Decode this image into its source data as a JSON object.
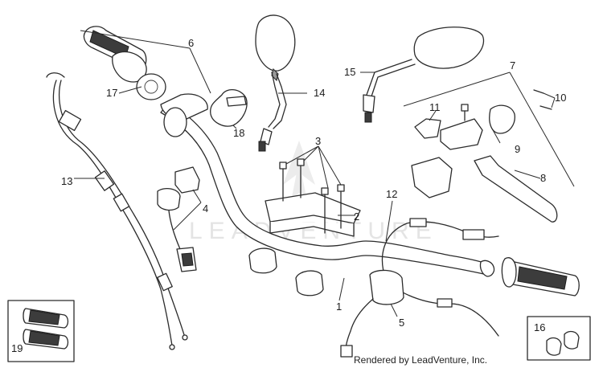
{
  "watermark": "LEADVENTURE",
  "credit": "Rendered by LeadVenture, Inc.",
  "callouts": {
    "c1": "1",
    "c2": "2",
    "c3": "3",
    "c4": "4",
    "c5": "5",
    "c6": "6",
    "c7": "7",
    "c8": "8",
    "c9": "9",
    "c10": "10",
    "c11": "11",
    "c12": "12",
    "c13": "13",
    "c14": "14",
    "c15": "15",
    "c16": "16",
    "c17": "17",
    "c18": "18",
    "c19": "19"
  }
}
